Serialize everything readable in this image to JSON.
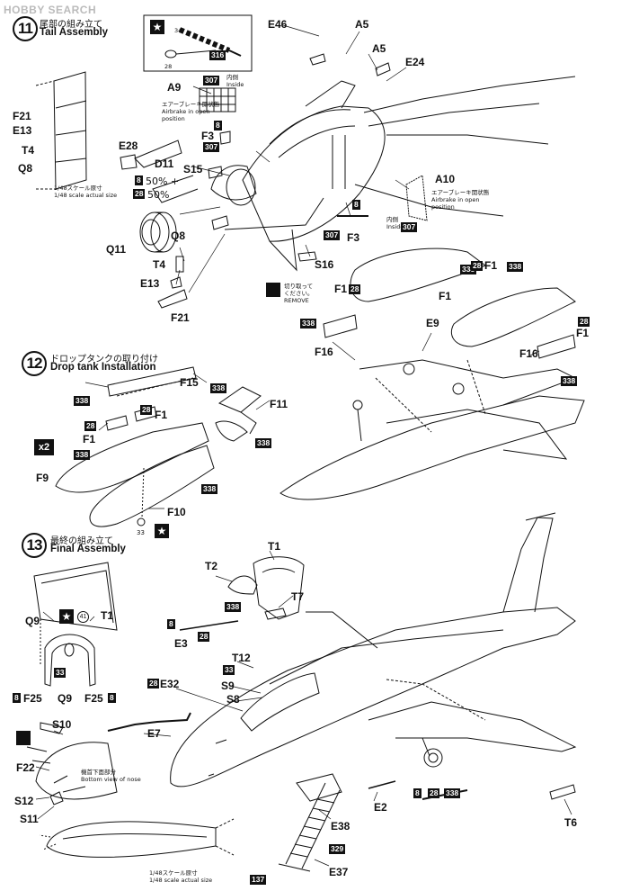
{
  "watermark": "HOBBY SEARCH",
  "steps": {
    "s11": {
      "num": "11",
      "jp": "尾部の組み立て",
      "en": "Tail Assembly"
    },
    "s12": {
      "num": "12",
      "jp": "ドロップタンクの取り付け",
      "en": "Drop tank  Installation"
    },
    "s13": {
      "num": "13",
      "jp": "最終の組み立て",
      "en": "Final Assembly"
    }
  },
  "parts": {
    "e46": "E46",
    "a5a": "A5",
    "a5b": "A5",
    "e24": "E24",
    "a9": "A9",
    "f21a": "F21",
    "e13a": "E13",
    "t4a": "T4",
    "q8a": "Q8",
    "e28": "E28",
    "f3a": "F3",
    "d11": "D11",
    "s15": "S15",
    "a10": "A10",
    "f3b": "F3",
    "q11": "Q11",
    "q8b": "Q8",
    "t4b": "T4",
    "s16": "S16",
    "e13b": "E13",
    "f21b": "F21",
    "f1a": "F1",
    "f1b": "F1",
    "f1c": "F1",
    "e9": "E9",
    "f16a": "F16",
    "f16b": "F16",
    "f1d": "F1",
    "f15": "F15",
    "f11": "F11",
    "f1e": "F1",
    "f1f": "F1",
    "f9": "F9",
    "f10": "F10",
    "t1a": "T1",
    "t2": "T2",
    "t7": "T7",
    "e3": "E3",
    "t12": "T12",
    "e32": "E32",
    "s9": "S9",
    "s8": "S8",
    "q9a": "Q9",
    "t1b": "T1",
    "q9b": "Q9",
    "f25a": "F25",
    "f25b": "F25",
    "s10": "S10",
    "e7": "E7",
    "f22": "F22",
    "s12": "S12",
    "s11": "S11",
    "e2": "E2",
    "e38": "E38",
    "e37": "E37",
    "t6": "T6"
  },
  "paint_codes": {
    "p316": "316",
    "p307a": "307",
    "p307b": "307",
    "p8a": "8",
    "p307c": "307",
    "p8b": "8",
    "p28a": "28",
    "p8c": "8",
    "p307d": "307",
    "p338a": "338",
    "p28b": "28",
    "p338b": "338",
    "p28c": "28",
    "p338c": "338",
    "p338d": "338",
    "p338e": "338",
    "p28d": "28",
    "p28e": "28",
    "p338f": "338",
    "p338g": "338",
    "p338h": "338",
    "p338i": "338",
    "p338j": "338",
    "p8d": "8",
    "p28f": "28",
    "p33a": "33",
    "p28g": "28",
    "p33b": "33",
    "p8e": "8",
    "p8f": "8",
    "p8g": "8",
    "p28h": "28",
    "p338k": "338",
    "p329": "329",
    "p137": "137"
  },
  "small_numbers": {
    "n34": "34",
    "n28": "28",
    "n33": "33",
    "n41": "41"
  },
  "mix": {
    "m8": "50% +",
    "m28": "50%"
  },
  "notes": {
    "inside1_jp": "内側",
    "inside1_en": "Inside",
    "inside2_jp": "内側",
    "inside2_en": "Inside",
    "airbrake1_jp": "エアーブレーキ開状態",
    "airbrake1_en": "Airbrake in open",
    "airbrake1_en2": "position",
    "airbrake2_jp": "エアーブレーキ開状態",
    "airbrake2_en": "Airbrake in open",
    "airbrake2_en2": "position",
    "scale1_jp": "1/48スケール原寸",
    "scale1_en": "1/48 scale actual size",
    "scale2_jp": "1/48スケール原寸",
    "scale2_en": "1/48 scale actual size",
    "remove_jp1": "切り取って",
    "remove_jp2": "ください。",
    "remove_en": "REMOVE",
    "nose_jp": "機首下面部分",
    "nose_en": "Bottom view of nose",
    "x2": "x2"
  },
  "icons": [
    "star-decal-icon",
    "cut-tool-icon",
    "knife-icon"
  ]
}
